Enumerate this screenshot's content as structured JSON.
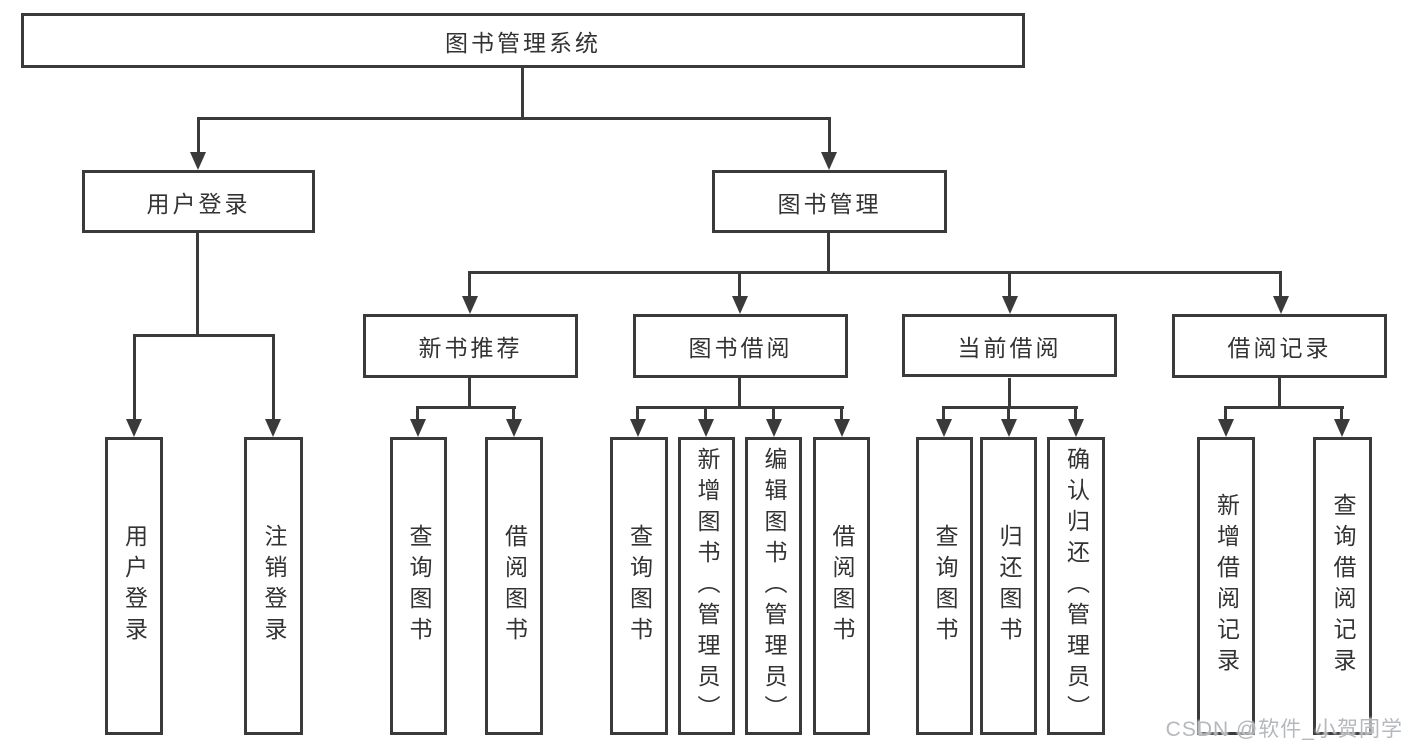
{
  "nodes": {
    "root": "图书管理系统",
    "user_login": "用户登录",
    "book_management": "图书管理",
    "new_book_recommend": "新书推荐",
    "book_borrowing": "图书借阅",
    "current_borrowing": "当前借阅",
    "borrowing_records": "借阅记录",
    "leaf_user_login": "用户登录",
    "leaf_logout": "注销登录",
    "leaf_query_books_recommend": "查询图书",
    "leaf_borrow_books_recommend": "借阅图书",
    "leaf_query_books_borrowing": "查询图书",
    "leaf_add_books_admin": "新增图书（管理员）",
    "leaf_edit_books_admin": "编辑图书（管理员）",
    "leaf_borrow_books_borrowing": "借阅图书",
    "leaf_query_books_current": "查询图书",
    "leaf_return_books": "归还图书",
    "leaf_confirm_return_admin": "确认归还（管理员）",
    "leaf_add_borrow_record": "新增借阅记录",
    "leaf_query_borrow_record": "查询借阅记录"
  },
  "watermark": {
    "text": "CSDN @软件_小贺同学"
  },
  "colors": {
    "line": "#3a3a3a",
    "text": "#333333",
    "watermark": "#b5b8bc",
    "background": "#ffffff"
  }
}
